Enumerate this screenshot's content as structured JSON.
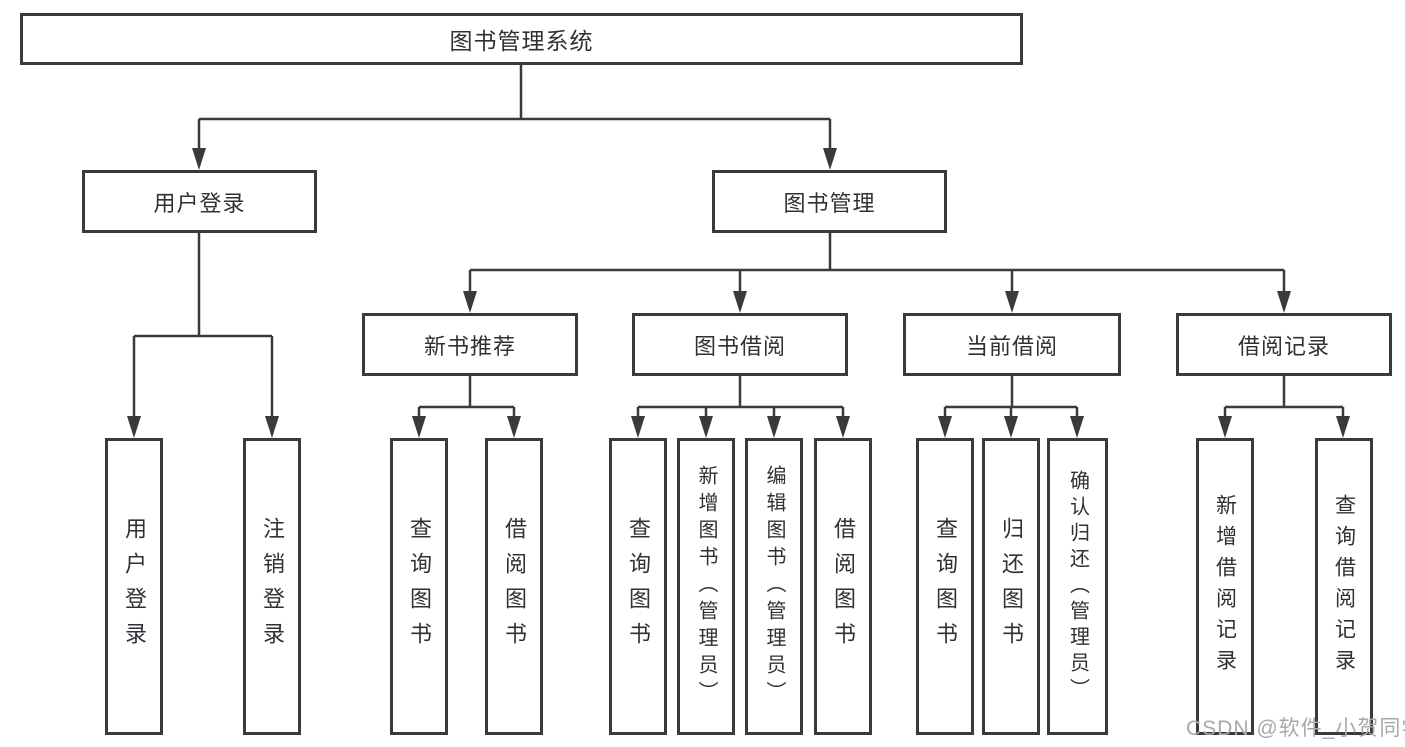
{
  "nodes": {
    "root": "图书管理系统",
    "user_login": "用户登录",
    "book_mgmt": "图书管理",
    "new_book_rec": "新书推荐",
    "book_borrow": "图书借阅",
    "current_borrow": "当前借阅",
    "borrow_record": "借阅记录",
    "ul_login": "用户登录",
    "ul_logout": "注销登录",
    "nb_query": "查询图书",
    "nb_borrow": "借阅图书",
    "bb_query": "查询图书",
    "bb_add": "新增图书（管理员）",
    "bb_edit": "编辑图书（管理员）",
    "bb_borrow": "借阅图书",
    "cb_query": "查询图书",
    "cb_return": "归还图书",
    "cb_confirm": "确认归还（管理员）",
    "br_add": "新增借阅记录",
    "br_query": "查询借阅记录"
  },
  "watermark": {
    "text": "CSDN @软件_小贺同学",
    "color": "#a9a9ab"
  },
  "colors": {
    "line": "#3a3a3c",
    "text": "#303136",
    "background": "#ffffff"
  }
}
